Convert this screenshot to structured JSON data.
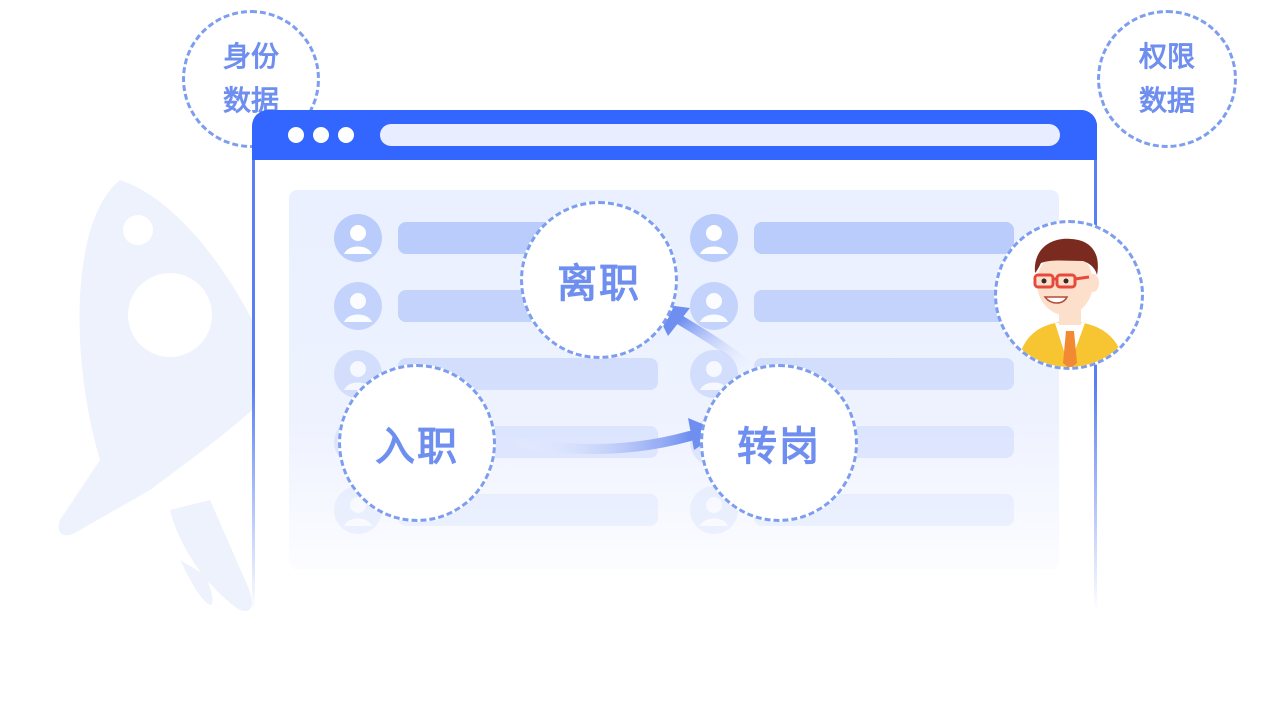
{
  "tags": {
    "identity_data": [
      "身份",
      "数据"
    ],
    "permission_data": [
      "权限",
      "数据"
    ]
  },
  "flow": {
    "onboarding": "入职",
    "transfer": "转岗",
    "offboarding": "离职"
  },
  "icons": {
    "rocket": "rocket-icon",
    "user": "user-icon",
    "person": "person-illustration",
    "arrow": "curved-arrow-icon"
  },
  "colors": {
    "primary": "#3366ff",
    "dash": "#7d9ef0",
    "text": "#6f8ff0",
    "panel": "#eaf0ff",
    "bar": "#b9ccfb"
  }
}
